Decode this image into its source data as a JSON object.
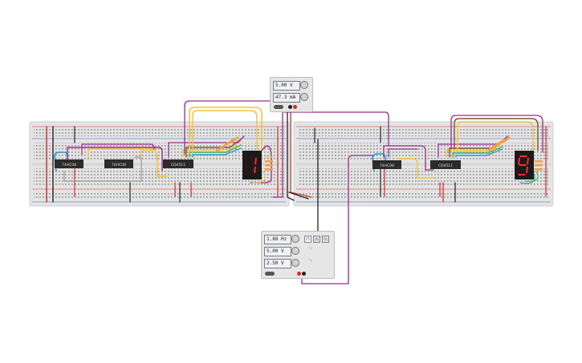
{
  "power_supply": {
    "voltage": "5.00 V",
    "current": "47.3 mA"
  },
  "function_generator": {
    "frequency": "1.88 Hz",
    "amplitude": "5.00 V",
    "offset": "2.50 V",
    "waveforms": [
      "square",
      "triangle",
      "sine"
    ],
    "selected_waveform": "square"
  },
  "breadboard_left": {
    "chips": [
      "74HC08",
      "74HC08",
      "CD4511"
    ],
    "display_digit": "1"
  },
  "breadboard_right": {
    "chips": [
      "74HC08",
      "CD4511"
    ],
    "display_digit": "9"
  },
  "colors": {
    "breadboard": "#e4e4e4",
    "rail_red": "#d62a2a",
    "rail_blue": "#2a63c8",
    "wire_purple": "#9b2c8c",
    "wire_yellow": "#f3c33a",
    "wire_brown": "#7a5a2a",
    "wire_green": "#4caf4f",
    "wire_blue": "#2a9bd6",
    "wire_orange": "#f08a24",
    "seg_on": "#ff2a2a",
    "seg_off": "#3a0e0e"
  }
}
